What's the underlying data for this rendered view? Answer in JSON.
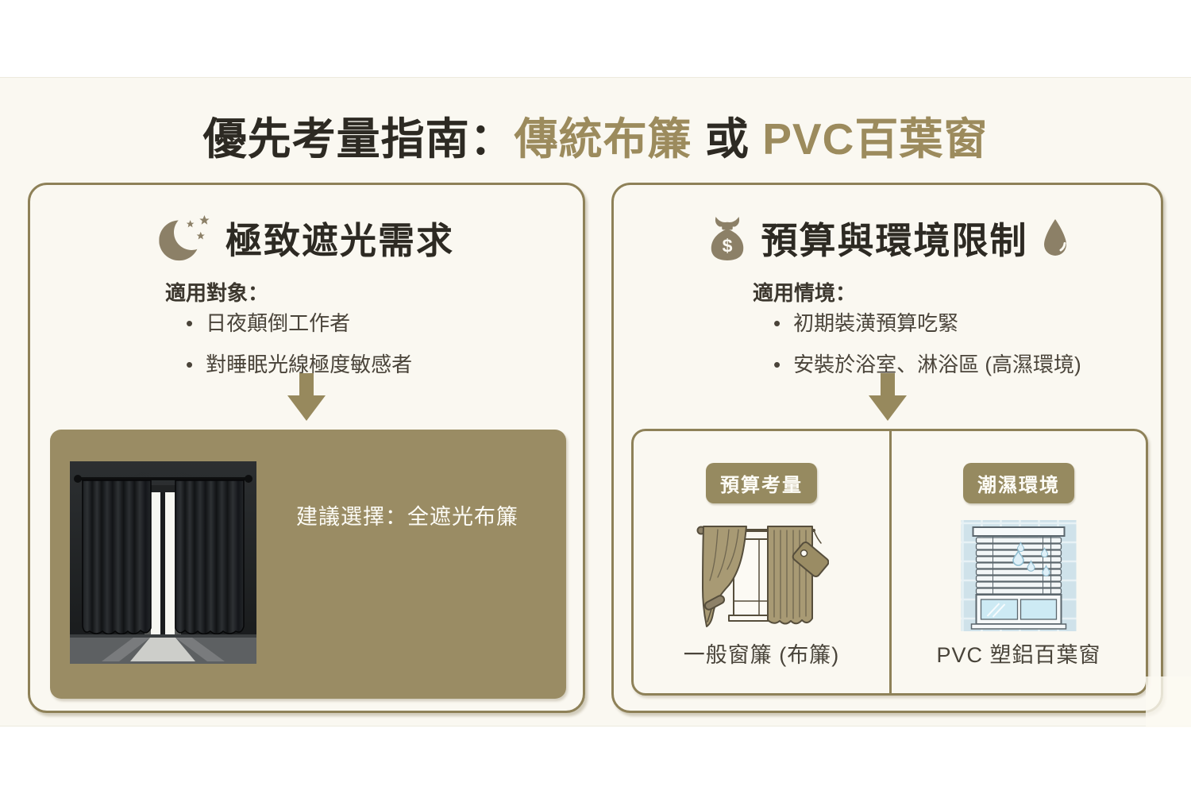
{
  "title": {
    "part1": "優先考量指南：",
    "accent1": "傳統布簾",
    "conjunction": " 或 ",
    "accent2": "PVC百葉窗"
  },
  "left_panel": {
    "icon": "moon-stars-icon",
    "heading": "極致遮光需求",
    "section_label": "適用對象：",
    "bullets": [
      "日夜顛倒工作者",
      "對睡眠光線極度敏感者"
    ],
    "recommendation": "建議選擇：全遮光布簾",
    "illustration": "blackout-curtains-dark-room"
  },
  "right_panel": {
    "icon_left": "money-bag-icon",
    "icon_right": "water-drop-icon",
    "heading": "預算與環境限制",
    "section_label": "適用情境：",
    "bullets": [
      "初期裝潢預算吃緊",
      "安裝於浴室、淋浴區 (高濕環境)"
    ],
    "options": [
      {
        "badge": "預算考量",
        "label": "一般窗簾 (布簾)",
        "illustration": "fabric-curtain-with-price-tag"
      },
      {
        "badge": "潮濕環境",
        "label": "PVC 塑鋁百葉窗",
        "illustration": "pvc-blinds-in-bathroom"
      }
    ]
  },
  "icons": {
    "money_symbol": "$"
  },
  "colors": {
    "accent_gold": "#9c8b5d",
    "panel_border": "#8e8158",
    "olive_box": "#9a8c64",
    "badge": "#968a60",
    "background_band": "#faf8f1",
    "text_dark": "#2d2a23",
    "text_body": "#4a443a",
    "text_on_olive": "#fdfcf6"
  }
}
